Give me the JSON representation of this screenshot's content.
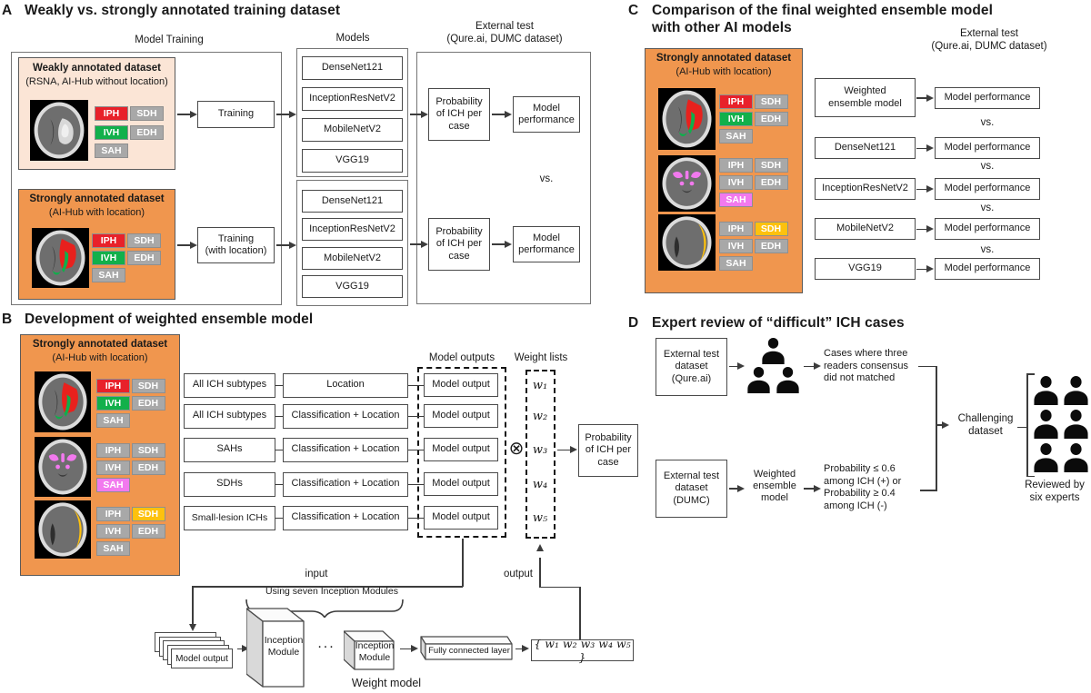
{
  "colors": {
    "orange": "#f0964e",
    "peach": "#fbe5d6",
    "ich_red": "#e8212a",
    "ivh_green": "#12b04b",
    "label_gray": "#a8a8a8",
    "sah_pink": "#f279ee",
    "sdh_yellow": "#fdc10e"
  },
  "badges": {
    "iph": "IPH",
    "sdh": "SDH",
    "ivh": "IVH",
    "edh": "EDH",
    "sah": "SAH"
  },
  "panel_a": {
    "id": "A",
    "title": "Weakly vs. strongly annotated training dataset",
    "model_training_label": "Model Training",
    "models_label": "Models",
    "external_test_label": "External test\n(Qure.ai, DUMC dataset)",
    "weak_dataset": {
      "title": "Weakly annotated dataset",
      "subtitle": "(RSNA, AI-Hub without location)"
    },
    "strong_dataset": {
      "title": "Strongly annotated dataset",
      "subtitle": "(AI-Hub with location)"
    },
    "training_box": "Training",
    "training_location_box": "Training\n(with location)",
    "models": [
      "DenseNet121",
      "InceptionResNetV2",
      "MobileNetV2",
      "VGG19"
    ],
    "probability_box": "Probability\nof ICH per\ncase",
    "performance_box": "Model\nperformance",
    "vs": "vs."
  },
  "panel_b": {
    "id": "B",
    "title": "Development of weighted ensemble model",
    "strong_dataset": {
      "title": "Strongly annotated dataset",
      "subtitle": "(AI-Hub with location)"
    },
    "subtype_rows": [
      "All ICH subtypes",
      "All ICH subtypes",
      "SAHs",
      "SDHs",
      "Small-lesion ICHs"
    ],
    "task_rows": [
      "Location",
      "Classification + Location",
      "Classification + Location",
      "Classification + Location",
      "Classification + Location"
    ],
    "model_output": "Model output",
    "model_outputs_label": "Model outputs",
    "weight_lists_label": "Weight lists",
    "weights": [
      "w₁",
      "w₂",
      "w₃",
      "w₄",
      "w₅"
    ],
    "multiply_symbol": "⊗",
    "probability_box": "Probability\nof ICH per\ncase",
    "input_label": "input",
    "output_label": "output",
    "brace_label": "Using seven Inception Modules",
    "stack_label": "Model output",
    "inception_module": "Inception\nModule",
    "ellipsis": "...",
    "fully_connected": "Fully connected layer",
    "weight_vector": "{ w₁ w₂ w₃ w₄ w₅ }",
    "weight_model_label": "Weight model"
  },
  "panel_c": {
    "id": "C",
    "title_line1": "Comparison of the final weighted ensemble model",
    "title_line2": "with other AI models",
    "external_test_label": "External test\n(Qure.ai, DUMC dataset)",
    "strong_dataset": {
      "title": "Strongly annotated dataset",
      "subtitle": "(AI-Hub with location)"
    },
    "rows": [
      "Weighted\nensemble model",
      "DenseNet121",
      "InceptionResNetV2",
      "MobileNetV2",
      "VGG19"
    ],
    "performance_box": "Model performance",
    "vs": "vs."
  },
  "panel_d": {
    "id": "D",
    "title": "Expert review of “difficult” ICH cases",
    "qure_box": "External test\ndataset\n(Qure.ai)",
    "dumc_box": "External test\ndataset\n(DUMC)",
    "cases_text": "Cases where three\nreaders consensus\ndid not matched",
    "wem_text": "Weighted\nensemble\nmodel",
    "probability_text": "Probability ≤ 0.6\namong ICH (+) or\nProbability ≥ 0.4\namong ICH (-)",
    "challenging_text": "Challenging\ndataset",
    "reviewed_text": "Reviewed by\nsix experts"
  }
}
